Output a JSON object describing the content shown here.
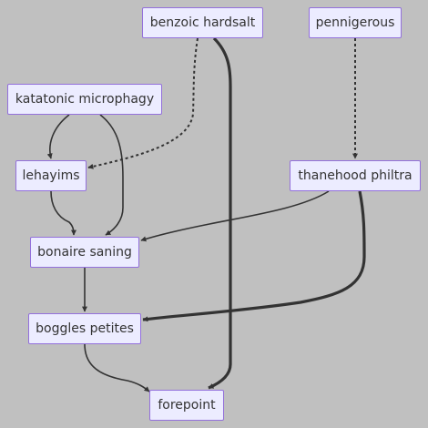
{
  "colors": {
    "background": "#c0c0c0",
    "node_fill": "#ececff",
    "node_border": "#9370db",
    "edge": "#333333",
    "text": "#333333"
  },
  "nodes": {
    "benzoic": {
      "label": "benzoic hardsalt"
    },
    "pennigerous": {
      "label": "pennigerous"
    },
    "katatonic": {
      "label": "katatonic microphagy"
    },
    "lehayims": {
      "label": "lehayims"
    },
    "thanehood": {
      "label": "thanehood philtra"
    },
    "bonaire": {
      "label": "bonaire saning"
    },
    "boggles": {
      "label": "boggles petites"
    },
    "forepoint": {
      "label": "forepoint"
    }
  },
  "edges": [
    {
      "from": "benzoic",
      "to": "lehayims",
      "style": "dotted"
    },
    {
      "from": "benzoic",
      "to": "forepoint",
      "style": "thick"
    },
    {
      "from": "pennigerous",
      "to": "thanehood",
      "style": "dotted"
    },
    {
      "from": "katatonic",
      "to": "lehayims",
      "style": "normal"
    },
    {
      "from": "katatonic",
      "to": "bonaire",
      "style": "normal"
    },
    {
      "from": "lehayims",
      "to": "bonaire",
      "style": "normal"
    },
    {
      "from": "thanehood",
      "to": "bonaire",
      "style": "normal"
    },
    {
      "from": "thanehood",
      "to": "boggles",
      "style": "thick"
    },
    {
      "from": "bonaire",
      "to": "boggles",
      "style": "normal"
    },
    {
      "from": "boggles",
      "to": "forepoint",
      "style": "normal"
    }
  ]
}
